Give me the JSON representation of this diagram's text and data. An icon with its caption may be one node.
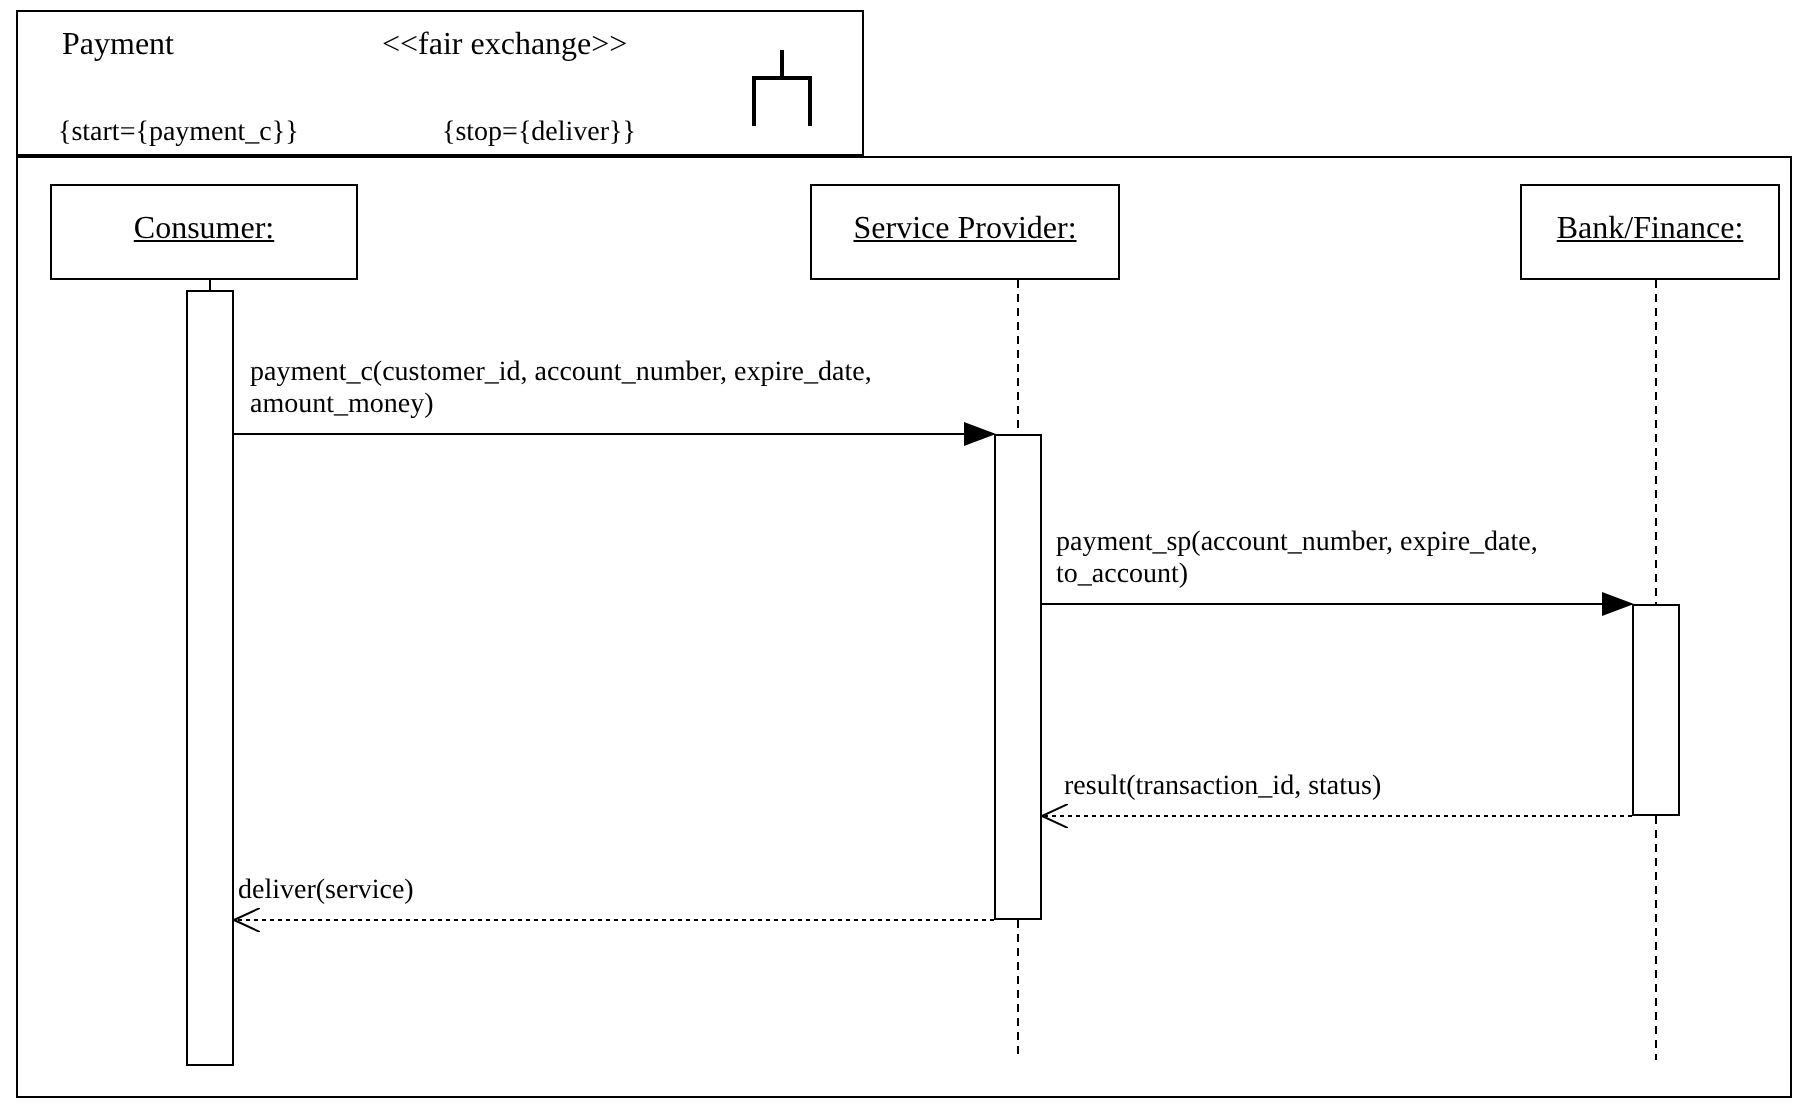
{
  "diagram": {
    "nodes": [
      {
        "text": [
          "Payment",
          "<<fair exchange>>",
          "{start={payment_c}}",
          "{stop={deliver}}"
        ]
      },
      {
        "text": [],
        "shape": "box"
      },
      {
        "text": [
          "Consumer:"
        ],
        "in": 1
      },
      {
        "text": [
          "Service Provider:"
        ],
        "in": 1
      },
      {
        "text": [
          "Bank/Finance:"
        ],
        "in": 1
      },
      {
        "text": [],
        "shape": "bar",
        "in": 1
      },
      {
        "text": [],
        "shape": "bar",
        "in": 1
      },
      {
        "text": [],
        "shape": "bar",
        "in": 1
      }
    ],
    "edges": [
      {
        "from": 5,
        "to": 6,
        "arrow": "to",
        "label": "payment_c(customer_id, account_number, expire_date, amount_money)"
      },
      {
        "from": 6,
        "to": 7,
        "arrow": "to",
        "label": "payment_sp(account_number, expire_date, to_account)"
      },
      {
        "from": 7,
        "to": 6,
        "arrow": "to",
        "label": "result(transaction_id, status)",
        "style": "dashed"
      },
      {
        "from": 6,
        "to": 5,
        "arrow": "to",
        "label": "deliver(service)",
        "style": "dashed"
      },
      {
        "from": 2,
        "to": 5,
        "arrow": "none"
      },
      {
        "from": 3,
        "to": 6,
        "arrow": "none",
        "style": "dashed"
      },
      {
        "from": 4,
        "to": 7,
        "arrow": "none",
        "style": "dashed"
      }
    ]
  }
}
